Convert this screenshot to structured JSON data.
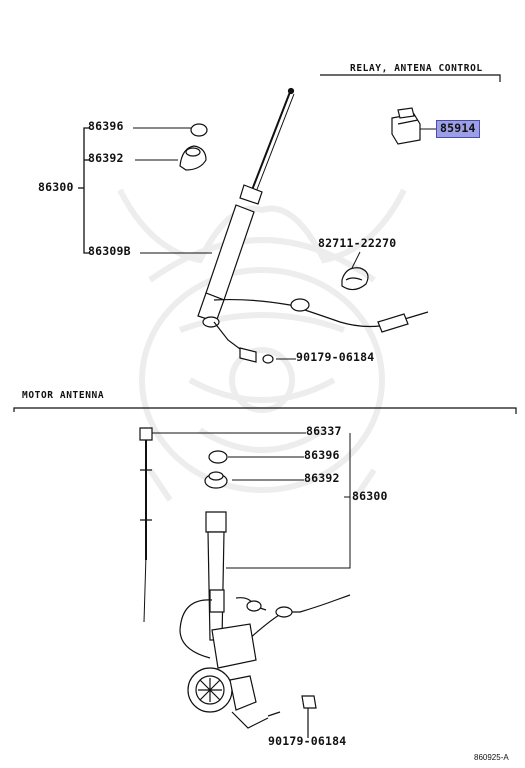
{
  "sections": {
    "relay": "RELAY, ANTENA CONTROL",
    "motor": "MOTOR ANTENNA"
  },
  "parts": {
    "p86396_top": "86396",
    "p86392_top": "86392",
    "p86300_top": "86300",
    "p86309B": "86309B",
    "p85914": "85914",
    "p82711": "82711-22270",
    "p90179_top": "90179-06184",
    "p86337": "86337",
    "p86396_bot": "86396",
    "p86392_bot": "86392",
    "p86300_bot": "86300",
    "p90179_bot": "90179-06184"
  },
  "highlight_color": "#9d9fe6",
  "watermark_icon": "samurai-helmet-watermark-icon",
  "footer_code": "860925-A"
}
